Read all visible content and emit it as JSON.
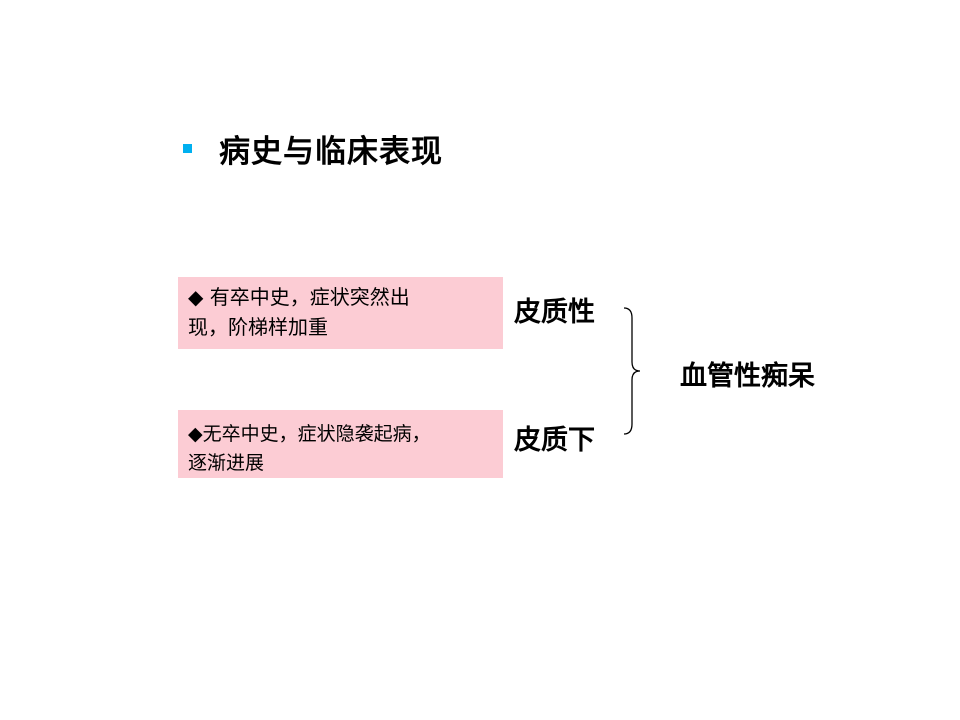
{
  "slide": {
    "title": "病史与临床表现",
    "bullet_color": "#00b0f0"
  },
  "boxes": [
    {
      "line1": "◆ 有卒中史，症状突然出",
      "line2": "现，阶梯样加重"
    },
    {
      "line1": "◆无卒中史，症状隐袭起病，",
      "line2": "逐渐进展"
    }
  ],
  "types": [
    "皮质性",
    "皮质下"
  ],
  "result": "血管性痴呆",
  "colors": {
    "box_fill": "#fcccd4",
    "brace": "#000000"
  }
}
